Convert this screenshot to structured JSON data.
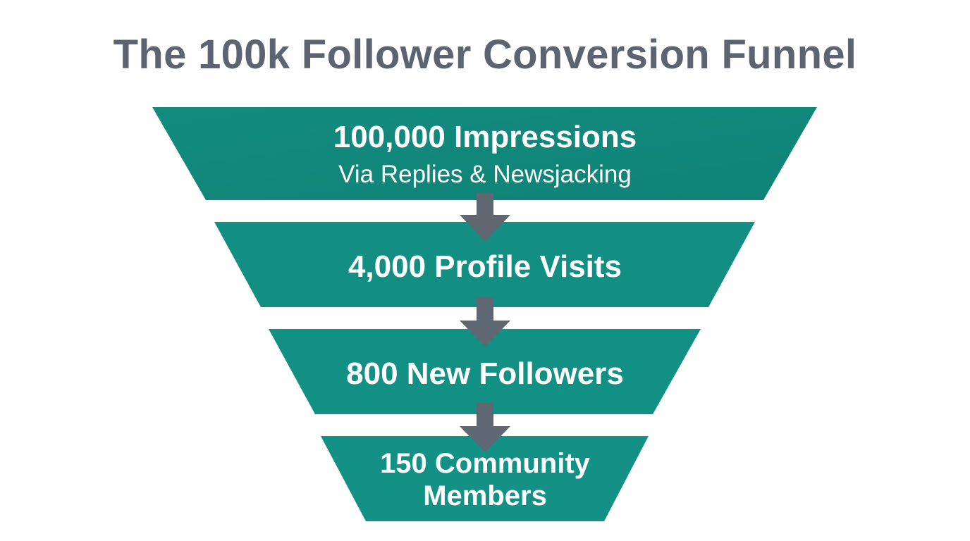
{
  "title": "The 100k Follower Conversion Funnel",
  "colors": {
    "stage_fill": "#128a7d",
    "arrow": "#5f6773",
    "title": "#5b6470",
    "text": "#ffffff",
    "background": "#ffffff"
  },
  "stages": [
    {
      "label": "100,000 Impressions",
      "sublabel": "Via Replies & Newsjacking",
      "value": 100000
    },
    {
      "label": "4,000 Profile Visits",
      "value": 4000
    },
    {
      "label": "800 New Followers",
      "value": 800
    },
    {
      "label_line1": "150 Community",
      "label_line2": "Members",
      "value": 150
    }
  ],
  "connectors": [
    {
      "icon": "down-arrow-icon"
    },
    {
      "icon": "down-arrow-icon"
    },
    {
      "icon": "down-arrow-icon"
    }
  ]
}
